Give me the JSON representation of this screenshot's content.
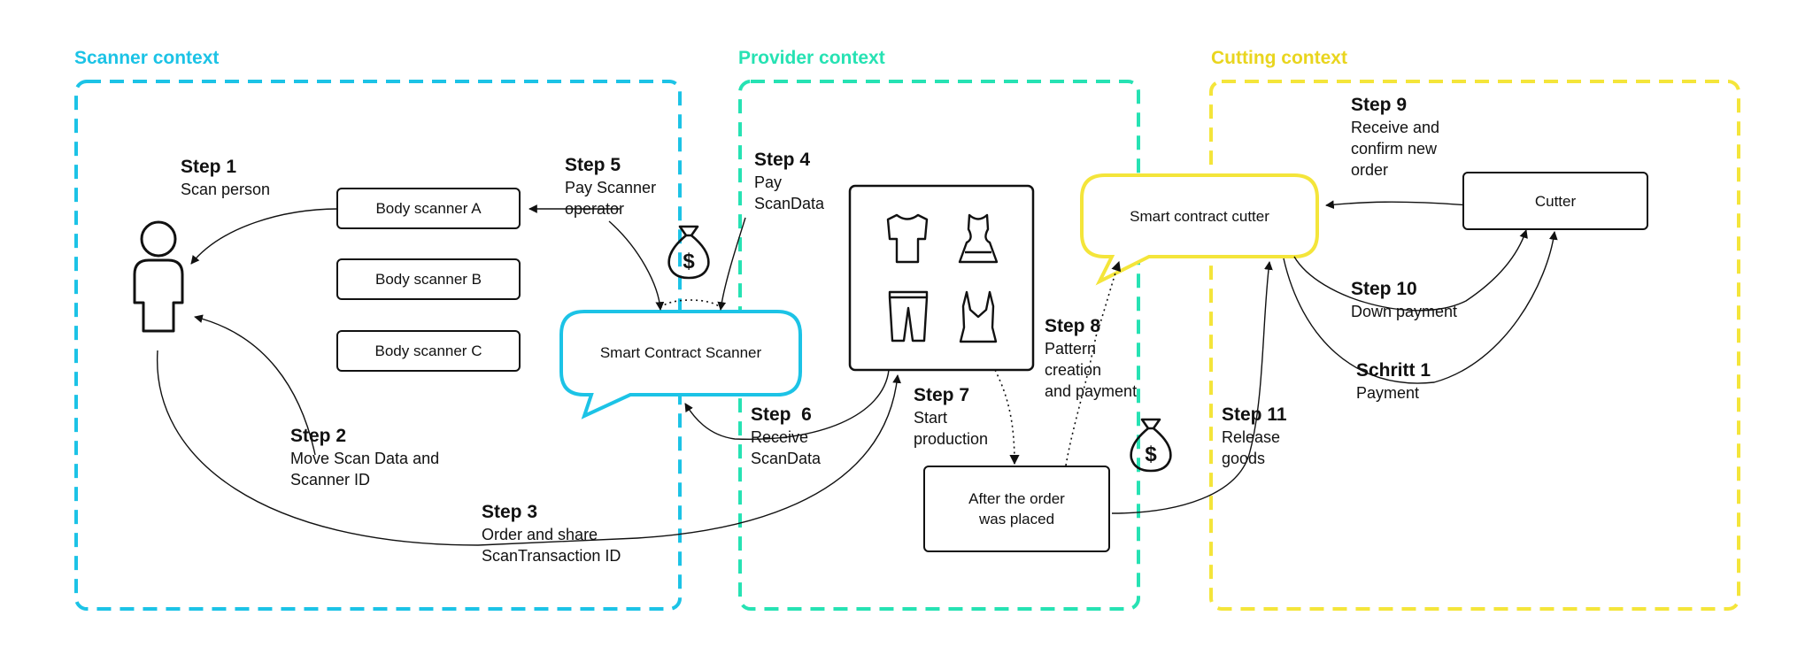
{
  "colors": {
    "scanner": "#1cc3e6",
    "provider": "#26e2b3",
    "cutting": "#f4e53a",
    "ink": "#111111"
  },
  "contexts": {
    "scanner": "Scanner context",
    "provider": "Provider context",
    "cutting": "Cutting context"
  },
  "nodes": {
    "body_scanner_a": "Body scanner A",
    "body_scanner_b": "Body scanner B",
    "body_scanner_c": "Body scanner C",
    "smart_contract_scanner": "Smart Contract Scanner",
    "smart_contract_cutter": "Smart contract cutter",
    "cutter": "Cutter",
    "after_order_line1": "After the order",
    "after_order_line2": "was placed"
  },
  "steps": {
    "s1": {
      "title": "Step 1",
      "lines": [
        "Scan person"
      ]
    },
    "s2": {
      "title": "Step 2",
      "lines": [
        "Move Scan Data and",
        "Scanner ID"
      ]
    },
    "s3": {
      "title": "Step 3",
      "lines": [
        "Order and share",
        "ScanTransaction ID"
      ]
    },
    "s4": {
      "title": "Step 4",
      "lines": [
        "Pay",
        "ScanData"
      ]
    },
    "s5": {
      "title": "Step 5",
      "lines": [
        "Pay Scanner",
        "operator"
      ]
    },
    "s6": {
      "title": "Step  6",
      "lines": [
        "Receive",
        "ScanData"
      ]
    },
    "s7": {
      "title": "Step 7",
      "lines": [
        "Start",
        "production"
      ]
    },
    "s8": {
      "title": "Step 8",
      "lines": [
        "Pattern",
        "creation",
        "and payment"
      ]
    },
    "s9": {
      "title": "Step 9",
      "lines": [
        "Receive and",
        "confirm new",
        "order"
      ]
    },
    "s10": {
      "title": "Step 10",
      "lines": [
        "Down payment"
      ]
    },
    "s11": {
      "title": "Step 11",
      "lines": [
        "Release",
        "goods"
      ]
    },
    "schritt1": {
      "title": "Schritt 1",
      "lines": [
        "Payment"
      ]
    }
  },
  "icons": [
    "person-icon",
    "money-bag-icon",
    "tshirt-icon",
    "dress-icon",
    "pants-icon",
    "top-icon"
  ]
}
